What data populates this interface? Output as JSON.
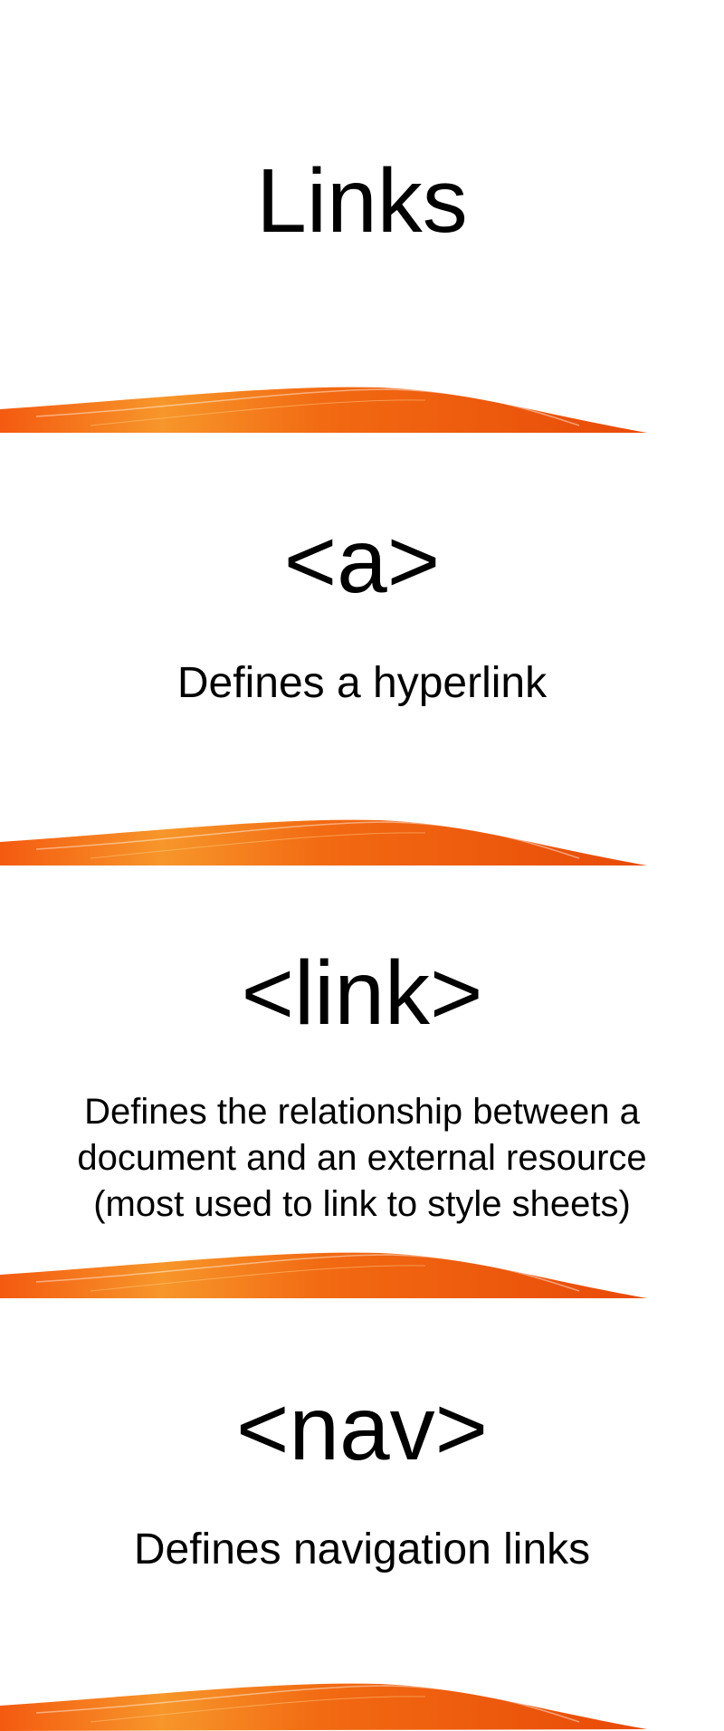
{
  "slides": [
    {
      "title": "Links",
      "description": ""
    },
    {
      "title": "<a>",
      "description": "Defines a hyperlink"
    },
    {
      "title": "<link>",
      "description_lines": [
        "Defines the relationship between a",
        "document and an external resource",
        "(most used to link to style sheets)"
      ]
    },
    {
      "title": "<nav>",
      "description": "Defines navigation links"
    }
  ],
  "colors": {
    "accent": "#f06a10",
    "accent_light": "#f7a030",
    "accent_dark": "#e6500a",
    "background": "#ffffff",
    "text": "#000000"
  }
}
